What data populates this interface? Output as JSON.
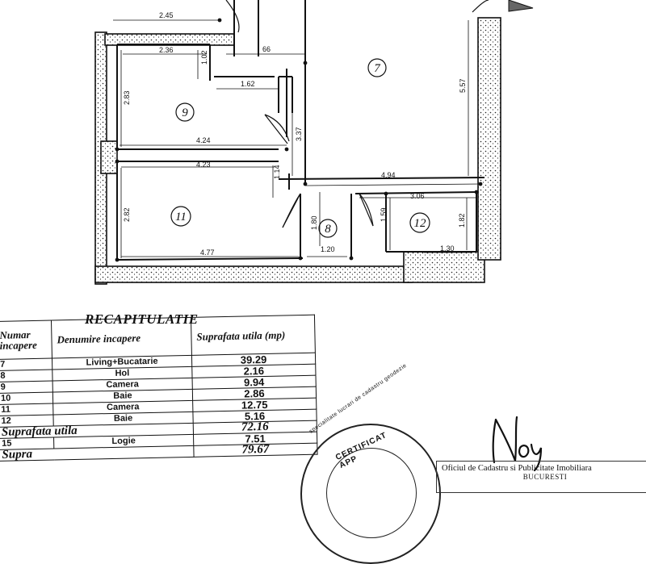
{
  "floor_plan": {
    "rooms": [
      {
        "number": "7"
      },
      {
        "number": "9"
      },
      {
        "number": "8"
      },
      {
        "number": "11"
      },
      {
        "number": "12"
      }
    ],
    "dimensions": [
      "2.45",
      "2.36",
      "1.02",
      "66",
      "1.62",
      "2.83",
      "3.37",
      "5.57",
      "4.24",
      "4.23",
      "1.14",
      "4.94",
      "3.06",
      "2.82",
      "1.80",
      "1.59",
      "1.82",
      "1.20",
      "1.30",
      "4.77"
    ]
  },
  "recap": {
    "title": "RECAPITULATIE",
    "headers": {
      "number": "Numar incapere",
      "name": "Denumire incapere",
      "area": "Suprafata utila (mp)"
    },
    "rows": [
      {
        "number": "7",
        "name": "Living+Bucatarie",
        "area": "39.29"
      },
      {
        "number": "8",
        "name": "Hol",
        "area": "2.16"
      },
      {
        "number": "9",
        "name": "Camera",
        "area": "9.94"
      },
      {
        "number": "10",
        "name": "Baie",
        "area": "2.86"
      },
      {
        "number": "11",
        "name": "Camera",
        "area": "12.75"
      },
      {
        "number": "12",
        "name": "Baie",
        "area": "5.16"
      }
    ],
    "useful_label": "Suprafata utila",
    "useful_value": "72.16",
    "extra_row": {
      "number": "15",
      "name": "Logie",
      "area": "7.51"
    },
    "total_label": "Supra",
    "total_value": "79.67"
  },
  "stamp": {
    "ring_text": "specialitate lucrari de cadastru geodezie",
    "center_text": "CERTIFICAT",
    "sub_text": "APP"
  },
  "signature_text": "Noy",
  "office": {
    "line1": "Oficiul de Cadastru si Publicitate Imobiliara",
    "line2": "BUCURESTI"
  }
}
